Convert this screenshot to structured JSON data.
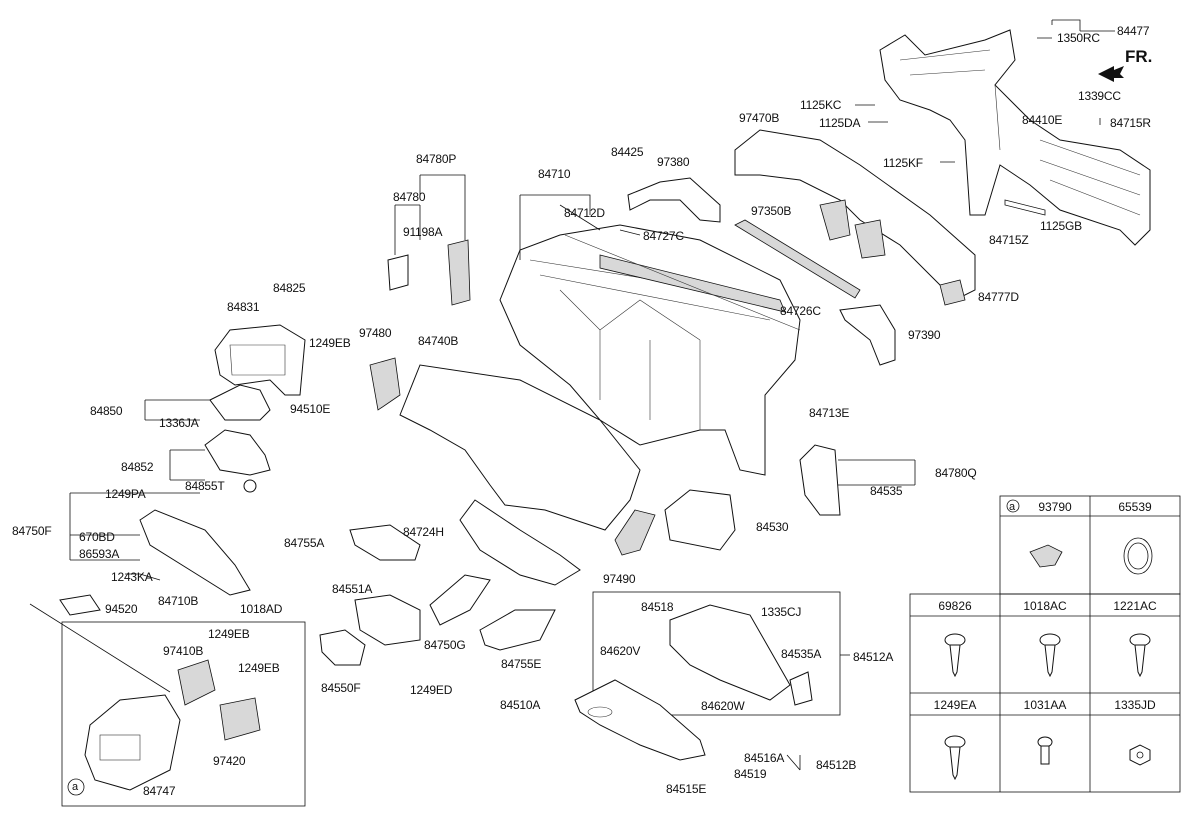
{
  "orientation": "FR.",
  "callouts": {
    "c84477": "84477",
    "c1350RC": "1350RC",
    "c1339CC": "1339CC",
    "c84715R": "84715R",
    "c1125KC": "1125KC",
    "c1125DA": "1125DA",
    "c84410E": "84410E",
    "c1125KF": "1125KF",
    "c84715Z": "84715Z",
    "c1125GB": "1125GB",
    "c84777D": "84777D",
    "c97470B": "97470B",
    "c84425": "84425",
    "c97380": "97380",
    "c84710": "84710",
    "c84712D": "84712D",
    "c84727C": "84727C",
    "c97350B": "97350B",
    "c84726C": "84726C",
    "c97390": "97390",
    "c84780P": "84780P",
    "c84780": "84780",
    "c91198A": "91198A",
    "c84825": "84825",
    "c84831": "84831",
    "c1249EB_a": "1249EB",
    "c97480": "97480",
    "c84740B": "84740B",
    "c94510E": "94510E",
    "c84850": "84850",
    "c1336JA": "1336JA",
    "c84713E": "84713E",
    "c84852": "84852",
    "c84855T": "84855T",
    "c84780Q": "84780Q",
    "c84535": "84535",
    "c1249PA": "1249PA",
    "c84750F": "84750F",
    "c670BD": "670BD",
    "c86593A": "86593A",
    "c84755A": "84755A",
    "c84724H": "84724H",
    "c84530": "84530",
    "c97490": "97490",
    "c1243KA": "1243KA",
    "c84710B": "84710B",
    "c94520": "94520",
    "c1018AD": "1018AD",
    "c84551A": "84551A",
    "c84750G": "84750G",
    "c84755E": "84755E",
    "c84518": "84518",
    "c1335CJ": "1335CJ",
    "c84620V": "84620V",
    "c84512A": "84512A",
    "c84535A": "84535A",
    "c1249EB_b": "1249EB",
    "c97410B": "97410B",
    "c1249EB_c": "1249EB",
    "c84550F": "84550F",
    "c1249ED": "1249ED",
    "c84620W": "84620W",
    "c84510A": "84510A",
    "c97420": "97420",
    "c84747": "84747",
    "c84516A": "84516A",
    "c84512B": "84512B",
    "c84519": "84519",
    "c84515E": "84515E",
    "ca_inset": "a"
  },
  "legend": {
    "ref_marker": "a",
    "cells": [
      {
        "code": "93790"
      },
      {
        "code": "65539"
      },
      {
        "code": "69826"
      },
      {
        "code": "1018AC"
      },
      {
        "code": "1221AC"
      },
      {
        "code": "1249EA"
      },
      {
        "code": "1031AA"
      },
      {
        "code": "1335JD"
      }
    ]
  }
}
